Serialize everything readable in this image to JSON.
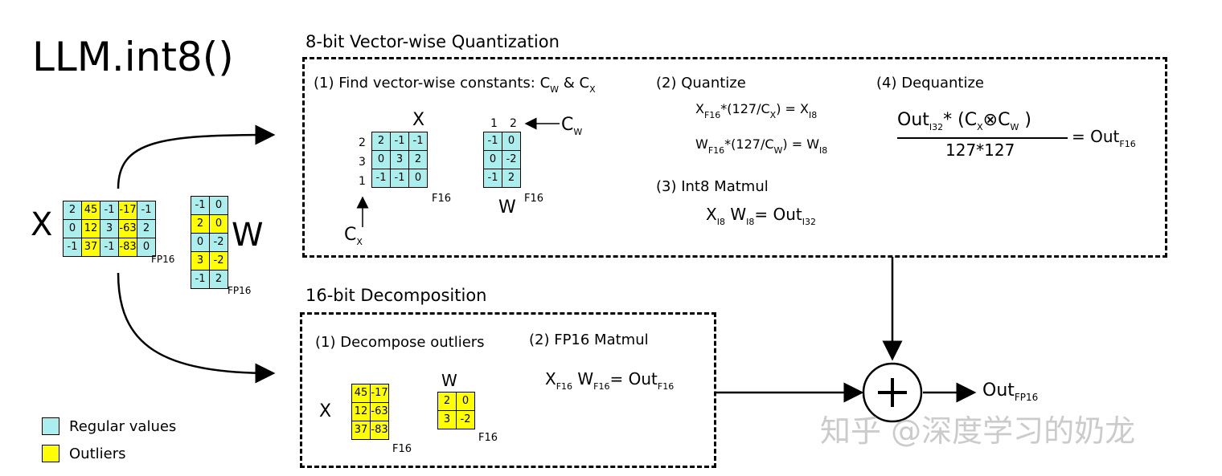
{
  "title": "LLM.int8()",
  "section_8bit": {
    "heading": "8-bit Vector-wise Quantization",
    "step1": "(1) Find vector-wise constants: C",
    "step1_w": "W",
    "step1_amp": " & C",
    "step1_x": "X",
    "x_label": "X",
    "x_row_consts": [
      "2",
      "3",
      "1"
    ],
    "x_matrix": [
      [
        "2",
        "-1",
        "-1"
      ],
      [
        "0",
        "3",
        "2"
      ],
      [
        "-1",
        "-1",
        "0"
      ]
    ],
    "x_fmt": "F16",
    "cx_label": "C",
    "cx_sub": "X",
    "w_col_consts": [
      "1",
      "2"
    ],
    "w_matrix": [
      [
        "-1",
        "0"
      ],
      [
        "0",
        "-2"
      ],
      [
        "-1",
        "2"
      ]
    ],
    "w_label": "W",
    "w_fmt": "F16",
    "cw_label": "C",
    "cw_sub": "W",
    "step2": "(2) Quantize",
    "q1": "X",
    "q1_sub": "F16",
    "q1_rest": "*(127/C",
    "q1_csub": "X",
    "q1_end": ") = X",
    "q1_out": "I8",
    "q2": "W",
    "q2_sub": "F16",
    "q2_rest": "*(127/C",
    "q2_csub": "W",
    "q2_end": ") = W",
    "q2_out": "I8",
    "step3": "(3) Int8 Matmul",
    "mm_x": "X",
    "mm_xs": "I8",
    "mm_w": "W",
    "mm_ws": "I8",
    "mm_eq": "= Out",
    "mm_out": "I32",
    "step4": "(4) Dequantize",
    "dq_out": "Out",
    "dq_outs": "I32",
    "dq_mid": "*  (C",
    "dq_cx": "X",
    "dq_otimes": "⊗",
    "dq_c": "C",
    "dq_cw": "W",
    "dq_close": " )",
    "dq_den": "127*127",
    "dq_res": "= Out",
    "dq_ress": "F16"
  },
  "input": {
    "x_label": "X",
    "x_matrix": [
      [
        "2",
        "45",
        "-1",
        "-17",
        "-1"
      ],
      [
        "0",
        "12",
        "3",
        "-63",
        "2"
      ],
      [
        "-1",
        "37",
        "-1",
        "-83",
        "0"
      ]
    ],
    "x_outlier_cols": [
      1,
      3
    ],
    "x_fmt": "FP16",
    "w_label": "W",
    "w_matrix": [
      [
        "-1",
        "0"
      ],
      [
        "2",
        "0"
      ],
      [
        "0",
        "-2"
      ],
      [
        "3",
        "-2"
      ],
      [
        "-1",
        "2"
      ]
    ],
    "w_outlier_rows": [
      1,
      3
    ],
    "w_fmt": "FP16"
  },
  "section_16bit": {
    "heading": "16-bit Decomposition",
    "step1": "(1) Decompose outliers",
    "x_label": "X",
    "x_matrix": [
      [
        "45",
        "-17"
      ],
      [
        "12",
        "-63"
      ],
      [
        "37",
        "-83"
      ]
    ],
    "x_fmt": "F16",
    "w_label": "W",
    "w_matrix": [
      [
        "2",
        "0"
      ],
      [
        "3",
        "-2"
      ]
    ],
    "w_fmt": "F16",
    "step2": "(2) FP16 Matmul",
    "mm_x": "X",
    "mm_xs": "F16",
    "mm_w": "W",
    "mm_ws": "F16",
    "mm_eq": "= Out",
    "mm_out": "F16"
  },
  "output": {
    "label": "Out",
    "sub": "FP16",
    "plus": "+"
  },
  "legend": [
    {
      "label": "Regular values",
      "color": "#aaeeee"
    },
    {
      "label": "Outliers",
      "color": "#ffff00"
    }
  ],
  "watermark": "知乎 @深度学习的奶龙",
  "colors": {
    "regular": "#aaeeee",
    "outlier": "#ffff00"
  }
}
